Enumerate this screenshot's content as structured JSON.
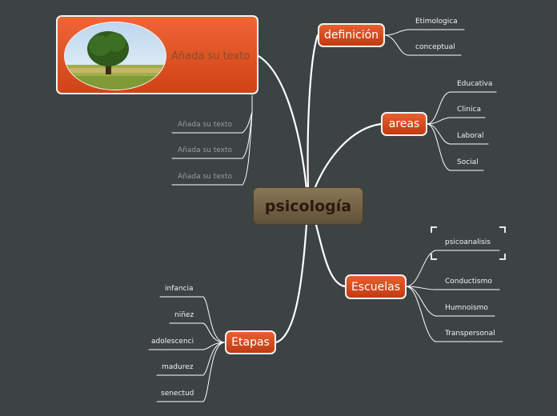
{
  "central": {
    "label": "psicología"
  },
  "topics": {
    "definicion": {
      "label": "definición",
      "children": [
        "Etimologica",
        "conceptual"
      ]
    },
    "areas": {
      "label": "areas",
      "children": [
        "Educativa",
        "Clinica",
        "Laboral",
        "Social"
      ]
    },
    "escuelas": {
      "label": "Escuelas",
      "children": [
        "psicoanalisis",
        "Conductismo",
        "Humnoismo",
        "Transpersonal"
      ]
    },
    "etapas": {
      "label": "Etapas",
      "children": [
        "infancia",
        "niñez",
        "adolescenci",
        "madurez",
        "senectud"
      ]
    },
    "image_topic": {
      "label": "Añada su texto",
      "children": [
        "Añada su texto",
        "Añada su texto",
        "Añada su texto"
      ]
    }
  },
  "colors": {
    "background": "#3d4243",
    "topic": "#d9491d",
    "central": "#7a6a4c",
    "line": "#ffffff"
  }
}
